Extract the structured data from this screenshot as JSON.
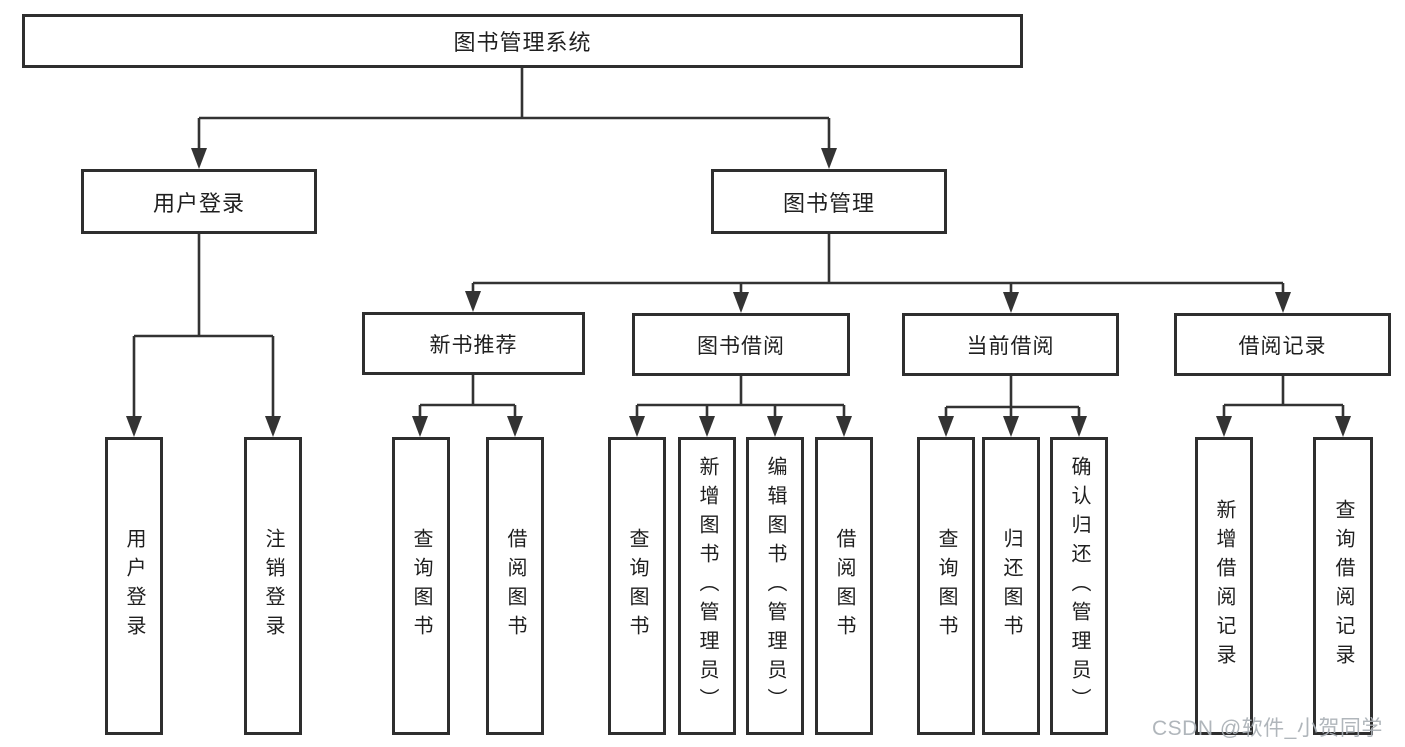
{
  "diagram": {
    "type": "hierarchy-tree",
    "root": {
      "id": "book-management-system",
      "label": "图书管理系统"
    },
    "level2": [
      {
        "id": "user-login",
        "label": "用户登录",
        "parent": "book-management-system"
      },
      {
        "id": "book-management",
        "label": "图书管理",
        "parent": "book-management-system"
      }
    ],
    "level3": [
      {
        "id": "new-book-recommendation",
        "label": "新书推荐",
        "parent": "book-management"
      },
      {
        "id": "book-borrowing",
        "label": "图书借阅",
        "parent": "book-management"
      },
      {
        "id": "current-borrowing",
        "label": "当前借阅",
        "parent": "book-management"
      },
      {
        "id": "borrowing-records",
        "label": "借阅记录",
        "parent": "book-management"
      }
    ],
    "leaves": [
      {
        "id": "leaf-user-login",
        "label": "用户登录",
        "parent": "user-login"
      },
      {
        "id": "leaf-logout",
        "label": "注销登录",
        "parent": "user-login"
      },
      {
        "id": "leaf-nbr-query-books",
        "label": "查询图书",
        "parent": "new-book-recommendation"
      },
      {
        "id": "leaf-nbr-borrow-books",
        "label": "借阅图书",
        "parent": "new-book-recommendation"
      },
      {
        "id": "leaf-bb-query-books",
        "label": "查询图书",
        "parent": "book-borrowing"
      },
      {
        "id": "leaf-bb-add-books",
        "label": "新增图书（管理员）",
        "parent": "book-borrowing"
      },
      {
        "id": "leaf-bb-edit-books",
        "label": "编辑图书（管理员）",
        "parent": "book-borrowing"
      },
      {
        "id": "leaf-bb-borrow-books",
        "label": "借阅图书",
        "parent": "book-borrowing"
      },
      {
        "id": "leaf-cb-query-books",
        "label": "查询图书",
        "parent": "current-borrowing"
      },
      {
        "id": "leaf-cb-return-books",
        "label": "归还图书",
        "parent": "current-borrowing"
      },
      {
        "id": "leaf-cb-confirm-return",
        "label": "确认归还（管理员）",
        "parent": "current-borrowing"
      },
      {
        "id": "leaf-br-add-record",
        "label": "新增借阅记录",
        "parent": "borrowing-records"
      },
      {
        "id": "leaf-br-query-record",
        "label": "查询借阅记录",
        "parent": "borrowing-records"
      }
    ],
    "watermark": "CSDN @软件_小贺同学",
    "colors": {
      "line": "#333333",
      "box_border": "#2e2e2e",
      "text": "#1f1f1f",
      "background": "#ffffff",
      "watermark": "#aab0b6"
    }
  }
}
